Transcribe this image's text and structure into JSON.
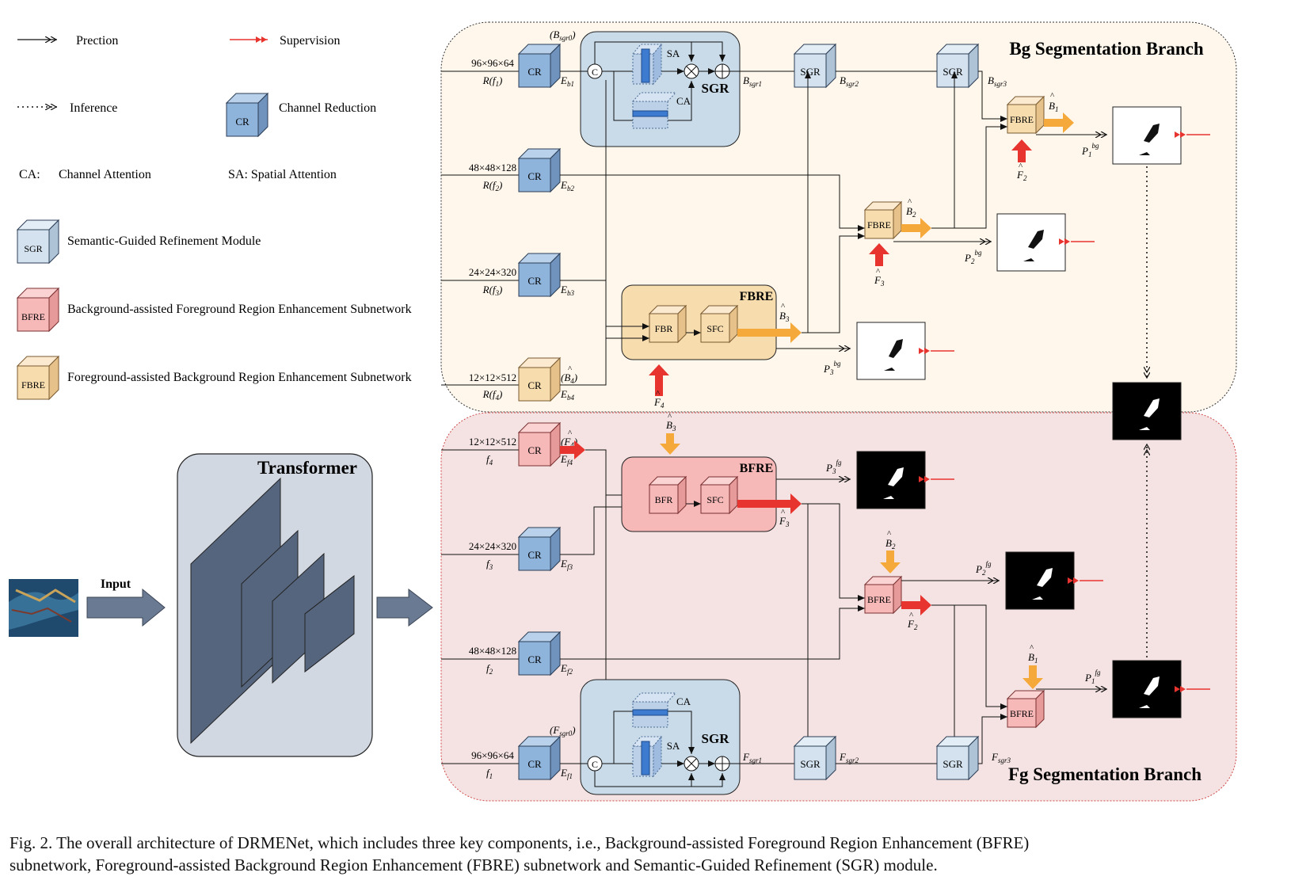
{
  "legend": {
    "prediction": "Prection",
    "supervision": "Supervision",
    "inference": "Inference",
    "cr": "CR",
    "cr_desc": "Channel Reduction",
    "ca_key": "CA:",
    "ca_desc": "Channel Attention",
    "sa_desc": "SA: Spatial Attention",
    "sgr": "SGR",
    "sgr_desc": "Semantic-Guided Refinement Module",
    "bfre": "BFRE",
    "bfre_desc": "Background-assisted Foreground Region Enhancement Subnetwork",
    "fbre": "FBRE",
    "fbre_desc": "Foreground-assisted Background Region Enhancement Subnetwork"
  },
  "bg_branch": {
    "title": "Bg Segmentation Branch",
    "inputs": [
      {
        "dim": "96×96×64",
        "feat": "R(f",
        "sub": "1",
        "close": ")",
        "out": "E",
        "out_sub": "b1"
      },
      {
        "dim": "48×48×128",
        "feat": "R(f",
        "sub": "2",
        "close": ")",
        "out": "E",
        "out_sub": "b2"
      },
      {
        "dim": "24×24×320",
        "feat": "R(f",
        "sub": "3",
        "close": ")",
        "out": "E",
        "out_sub": "b3"
      },
      {
        "dim": "12×12×512",
        "feat": "R(f",
        "sub": "4",
        "close": ")",
        "out": "E",
        "out_sub": "b4"
      }
    ],
    "b_sgr0": "(B",
    "b_sgr0_sub": "sgr0",
    "b_sgr0_close": ")",
    "b4_hat": "(B",
    "b4_sub": "4",
    "b4_close": ")",
    "sgr_labels": [
      "B",
      "B",
      "B"
    ],
    "sgr_subs": [
      "sgr1",
      "sgr2",
      "sgr3"
    ],
    "fbre_block_title": "FBRE",
    "fbr": "FBR",
    "sfc": "SFC",
    "outputs": [
      {
        "p": "P",
        "sub": "3",
        "sup": "bg"
      },
      {
        "p": "P",
        "sub": "2",
        "sup": "bg"
      },
      {
        "p": "P",
        "sub": "1",
        "sup": "bg"
      }
    ],
    "b_hats": [
      {
        "t": "B",
        "s": "3"
      },
      {
        "t": "B",
        "s": "2"
      },
      {
        "t": "B",
        "s": "1"
      }
    ],
    "f_inputs": [
      {
        "t": "F",
        "s": "4"
      },
      {
        "t": "F",
        "s": "3"
      },
      {
        "t": "F",
        "s": "2"
      }
    ]
  },
  "fg_branch": {
    "title": "Fg Segmentation Branch",
    "inputs": [
      {
        "dim": "12×12×512",
        "feat": "f",
        "sub": "4",
        "out": "E",
        "out_sub": "f4"
      },
      {
        "dim": "24×24×320",
        "feat": "f",
        "sub": "3",
        "out": "E",
        "out_sub": "f3"
      },
      {
        "dim": "48×48×128",
        "feat": "f",
        "sub": "2",
        "out": "E",
        "out_sub": "f2"
      },
      {
        "dim": "96×96×64",
        "feat": "f",
        "sub": "1",
        "out": "E",
        "out_sub": "f1"
      }
    ],
    "f4_hat": "(F",
    "f4_sub": "4",
    "f4_close": ")",
    "f_sgr0": "(F",
    "f_sgr0_sub": "sgr0",
    "f_sgr0_close": ")",
    "sgr_labels": [
      "F",
      "F",
      "F"
    ],
    "sgr_subs": [
      "sgr1",
      "sgr2",
      "sgr3"
    ],
    "bfre_block_title": "BFRE",
    "bfr": "BFR",
    "sfc": "SFC",
    "outputs": [
      {
        "p": "P",
        "sub": "3",
        "sup": "fg"
      },
      {
        "p": "P",
        "sub": "2",
        "sup": "fg"
      },
      {
        "p": "P",
        "sub": "1",
        "sup": "fg"
      }
    ],
    "f_hats": [
      {
        "t": "F",
        "s": "3"
      },
      {
        "t": "F",
        "s": "2"
      }
    ],
    "b_inputs": [
      {
        "t": "B",
        "s": "3"
      },
      {
        "t": "B",
        "s": "2"
      },
      {
        "t": "B",
        "s": "1"
      }
    ]
  },
  "module": {
    "sgr": "SGR",
    "sa": "SA",
    "ca": "CA",
    "c": "C",
    "cr": "CR",
    "fbre": "FBRE",
    "bfre": "BFRE"
  },
  "backbone": {
    "input": "Input",
    "transformer": "Transformer"
  },
  "caption": {
    "line1": "Fig. 2.  The overall architecture of DRMENet, which includes three key components, i.e., Background-assisted Foreground Region Enhancement (BFRE)",
    "line2": "subnetwork, Foreground-assisted Background Region Enhancement (FBRE) subnetwork and Semantic-Guided Refinement (SGR) module."
  },
  "colors": {
    "bg_panel": "#fff7ec",
    "fg_panel": "#f5e3e3",
    "cr_blue": "#8fb4dc",
    "sgr_blue": "#d3e2ee",
    "fbre_tan": "#f7dcae",
    "bfre_pink": "#f7b8b8",
    "arrow_red": "#e8342f",
    "arrow_orange": "#f6a93b",
    "transformer_slate": "#56657e"
  }
}
